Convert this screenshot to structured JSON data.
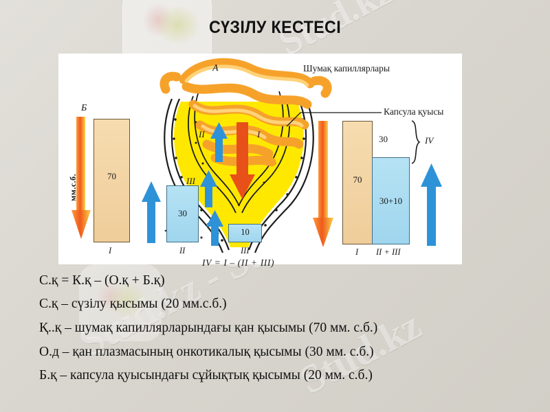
{
  "slide": {
    "title": "СҮЗІЛУ КЕСТЕСІ",
    "background_color": "#d9d6cf",
    "panel_color": "#ffffff"
  },
  "watermarks": {
    "text": "Stud.kz",
    "text_alt": "Stud.kz - Stud.kz"
  },
  "figure": {
    "panel_label_a": "A",
    "panel_label_b": "Б",
    "axis_label": "мм.с.б.",
    "callouts": {
      "capillaries": "Шумақ капиллярлары",
      "capsule_cavity": "Капсула қуысы"
    },
    "nephron_marks": {
      "one": "I",
      "two": "II",
      "three": "III"
    },
    "formula": "IV = I – (II + III)",
    "left_chart": {
      "bars": [
        {
          "value": "70",
          "label": "I",
          "color": "#efcd9a"
        },
        {
          "value": "30",
          "label": "II",
          "color": "#9fd6ee"
        },
        {
          "value": "10",
          "label": "III",
          "color": "#9fd6ee"
        }
      ]
    },
    "right_chart": {
      "bars": [
        {
          "value": "70",
          "label": "I",
          "color": "#efcd9a"
        },
        {
          "value": "30+10",
          "label": "II + III",
          "color": "#9fd6ee"
        }
      ],
      "difference_value": "30",
      "difference_label": "IV"
    },
    "arrow_colors": {
      "down": "#e8501a",
      "up": "#2e92d8"
    }
  },
  "body_text": {
    "lines": [
      "С.қ = К.қ – (О.қ + Б.қ)",
      "С.қ – сүзілу қысымы (20 мм.с.б.)",
      "Қ..қ – шумақ капиллярларындағы қан қысымы (70 мм. с.б.)",
      "О.д – қан плазмасының онкотикалық қысымы (30 мм. с.б.)",
      "Б.қ – капсула қуысындағы сұйықтық қысымы (20 мм. с.б.)"
    ]
  }
}
